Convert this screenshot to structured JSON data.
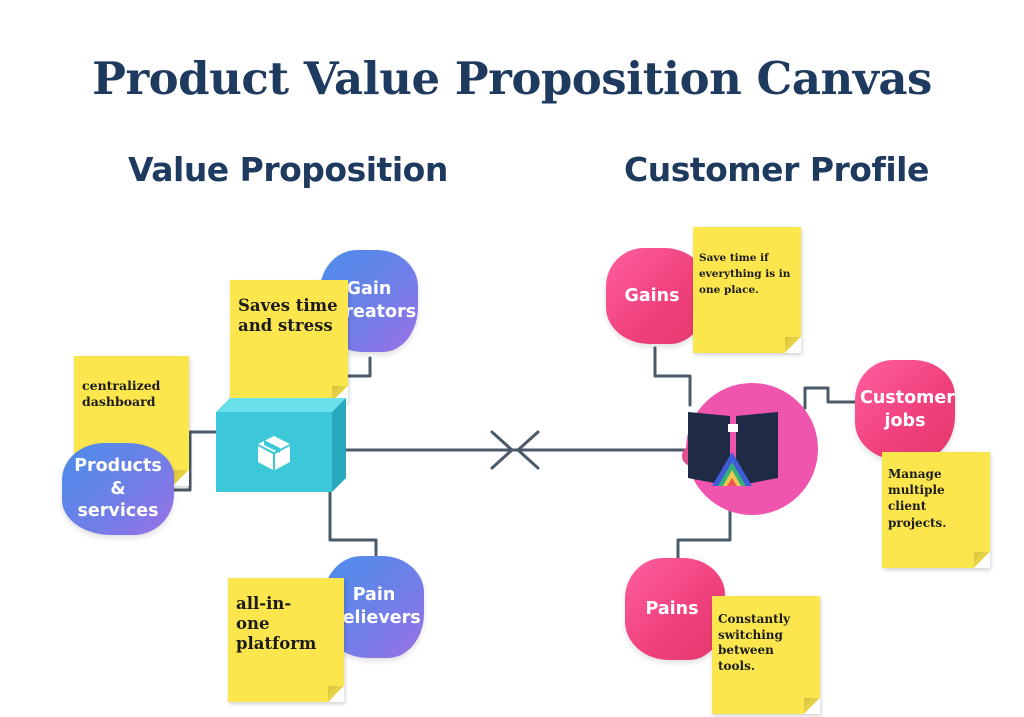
{
  "title": "Product Value Proposition Canvas",
  "value_proposition": {
    "heading": "Value Proposition",
    "products_services": {
      "label": "Products & services",
      "note": "centralized dashboard",
      "icon": "box-icon"
    },
    "gain_creators": {
      "label": "Gain creators",
      "note": "Saves time and stress"
    },
    "pain_relievers": {
      "label": "Pain relievers",
      "note": "all-in-one platform"
    }
  },
  "customer_profile": {
    "heading": "Customer Profile",
    "gains": {
      "label": "Gains",
      "note": "Save time if everything is in one place."
    },
    "customer_jobs": {
      "label": "Customer jobs",
      "note": "Manage multiple client projects."
    },
    "pains": {
      "label": "Pains",
      "note": "Constantly switching between tools."
    }
  },
  "colors": {
    "heading": "#1f3a5f",
    "connector": "#4b5a6a",
    "note": "#fbe64d",
    "blue_start": "#4a8dea",
    "blue_end": "#9c6fe6",
    "pink": "#f03f7b",
    "cube": "#3cc8d8",
    "customer_circle": "#ef55ad"
  }
}
